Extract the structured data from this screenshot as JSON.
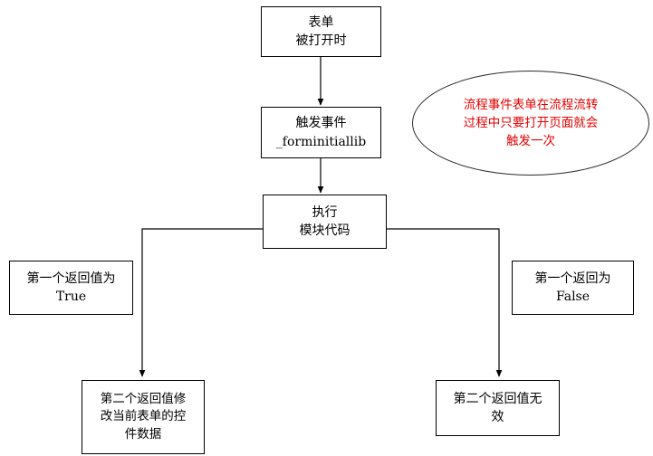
{
  "diagram": {
    "title_text_direction": "top-to-bottom flowchart",
    "nodes": {
      "form_open": "表单\n被打开时",
      "trigger_event_line1": "触发事件",
      "trigger_event_line2": "_forminitiallib",
      "exec_module": "执行\n模块代码",
      "first_return_true_line1": "第一个返回值为",
      "first_return_true_line2": "True",
      "first_return_false_line1": "第一个返回为",
      "first_return_false_line2": "False",
      "second_return_modify": "第二个返回值修\n改当前表单的控\n件数据",
      "second_return_invalid": "第二个返回值无\n效",
      "note": "流程事件表单在流程流转\n过程中只要打开页面就会\n触发一次"
    },
    "colors": {
      "note_text": "#e40000",
      "stroke": "#000000",
      "background": "#ffffff"
    },
    "edges": [
      {
        "name": "form-open-to-trigger-event",
        "from": "form_open",
        "to": "trigger_event",
        "arrow": true
      },
      {
        "name": "trigger-event-to-exec-module",
        "from": "trigger_event",
        "to": "exec_module",
        "arrow": true
      },
      {
        "name": "exec-module-to-second-modify",
        "from": "exec_module",
        "to": "second_return_modify",
        "arrow": true
      },
      {
        "name": "exec-module-to-second-invalid",
        "from": "exec_module",
        "to": "second_return_invalid",
        "arrow": true
      }
    ]
  }
}
